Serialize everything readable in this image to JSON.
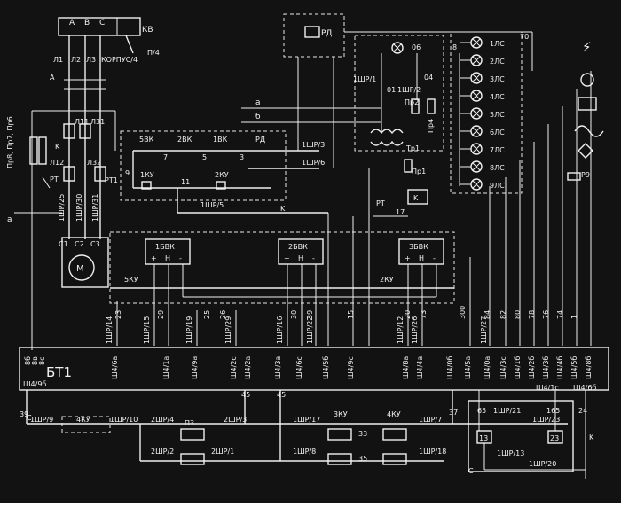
{
  "plate": {
    "bus_label": "БТ1",
    "phase_labels": [
      "A",
      "B",
      "C"
    ],
    "kv_label": "КВ",
    "line_labels": [
      "Л1",
      "Л2",
      "Л3"
    ],
    "korpus_label": "КОРПУС/4",
    "pe_label": "П/4",
    "k_label": "K",
    "contact_labels": [
      "Л11",
      "Л12",
      "Л31",
      "Л32"
    ],
    "terminal_labels": [
      "1ШР/25",
      "1ШР/30",
      "1ШР/31"
    ],
    "fuse_label": "Пр8, Пр7, Пр6",
    "motor_label": "M",
    "motor_phases": [
      "C1",
      "C2",
      "C3"
    ],
    "rt_label": "РТ",
    "rt1_label": "РТ1",
    "a_label": "a",
    "rd_label": "РД",
    "switch_labels": [
      "5ВК",
      "2ВК",
      "1ВК",
      "РД",
      "1КУ",
      "2КУ",
      "5КУ"
    ],
    "switch_numbers": [
      "7",
      "5",
      "3",
      "9",
      "11"
    ],
    "shr_top": [
      "1ШР/3",
      "1ШР/6",
      "1ШР/5"
    ],
    "ab_labels": [
      "а",
      "б"
    ],
    "lamp_panel": {
      "labels": [
        "1ЛС",
        "2ЛС",
        "3ЛС",
        "4ЛС",
        "5ЛС",
        "6ЛС",
        "7ЛС",
        "8ЛС",
        "9ЛС"
      ],
      "wire_70": "70",
      "wire_8": "8"
    },
    "transformer": {
      "labels": [
        "06",
        "04",
        "01",
        "1ШР/1",
        "1ШР/2",
        "Пр2",
        "Пр4",
        "Тр1",
        "Пр1",
        "Р9"
      ],
      "k_label": "K",
      "t7": "17",
      "rt": "РТ"
    },
    "relay_boxes": {
      "names": [
        "1БВК",
        "2БВК",
        "3БВК"
      ],
      "pins": [
        "+",
        "Н",
        "-"
      ]
    },
    "kv_2": "2КУ",
    "bottom_shr": [
      "1ШР/14",
      "1ШР/15",
      "1ШР/19",
      "1ШР/29",
      "1ШР/16",
      "1ШР/22",
      "1ШР/12",
      "1ШР/26",
      "1ШР/27"
    ],
    "bottom_numbers": [
      "23",
      "29",
      "25",
      "26",
      "30",
      "39",
      "15",
      "20",
      "73",
      "300",
      "84",
      "82",
      "80",
      "78",
      "76",
      "74",
      "1"
    ],
    "bus_taps": [
      "Ш4/6а",
      "Ш4/1а",
      "Ш4/9а",
      "Ш4/2с",
      "Ш4/2а",
      "Ш4/3а",
      "Ш4/6с",
      "Ш4/5б",
      "Ш4/9с",
      "Ш4/8а",
      "Ш4/4а",
      "Ш4/0б",
      "Ш4/5а",
      "Ш4/0а",
      "Ш4/3с",
      "Ш4/1б",
      "Ш4/2б",
      "Ш4/3б",
      "Ш4/4б",
      "Ш4/5б",
      "Ш4/8б"
    ],
    "bus_left": [
      "Ш4/9б",
      "8б",
      "8в",
      "8с"
    ],
    "bus_right": [
      "Ш4/1с",
      "Ш4/6б"
    ],
    "bottom_circuit": {
      "labels": [
        "39",
        "1ШР/9",
        "4КУ",
        "1ШР/10",
        "2ШР/4",
        "П3",
        "2ШР/3",
        "45",
        "45",
        "1ШР/17",
        "3КУ",
        "4КУ",
        "1ШР/7",
        "37",
        "65",
        "1ШР/21",
        "165",
        "1ШР/23",
        "2ШР/2",
        "2ШР/1",
        "33",
        "1ШР/8",
        "35",
        "1ШР/18",
        "13",
        "1ШР/13",
        "23",
        "1ШР/20",
        "24",
        "K",
        "C",
        "C"
      ]
    }
  }
}
